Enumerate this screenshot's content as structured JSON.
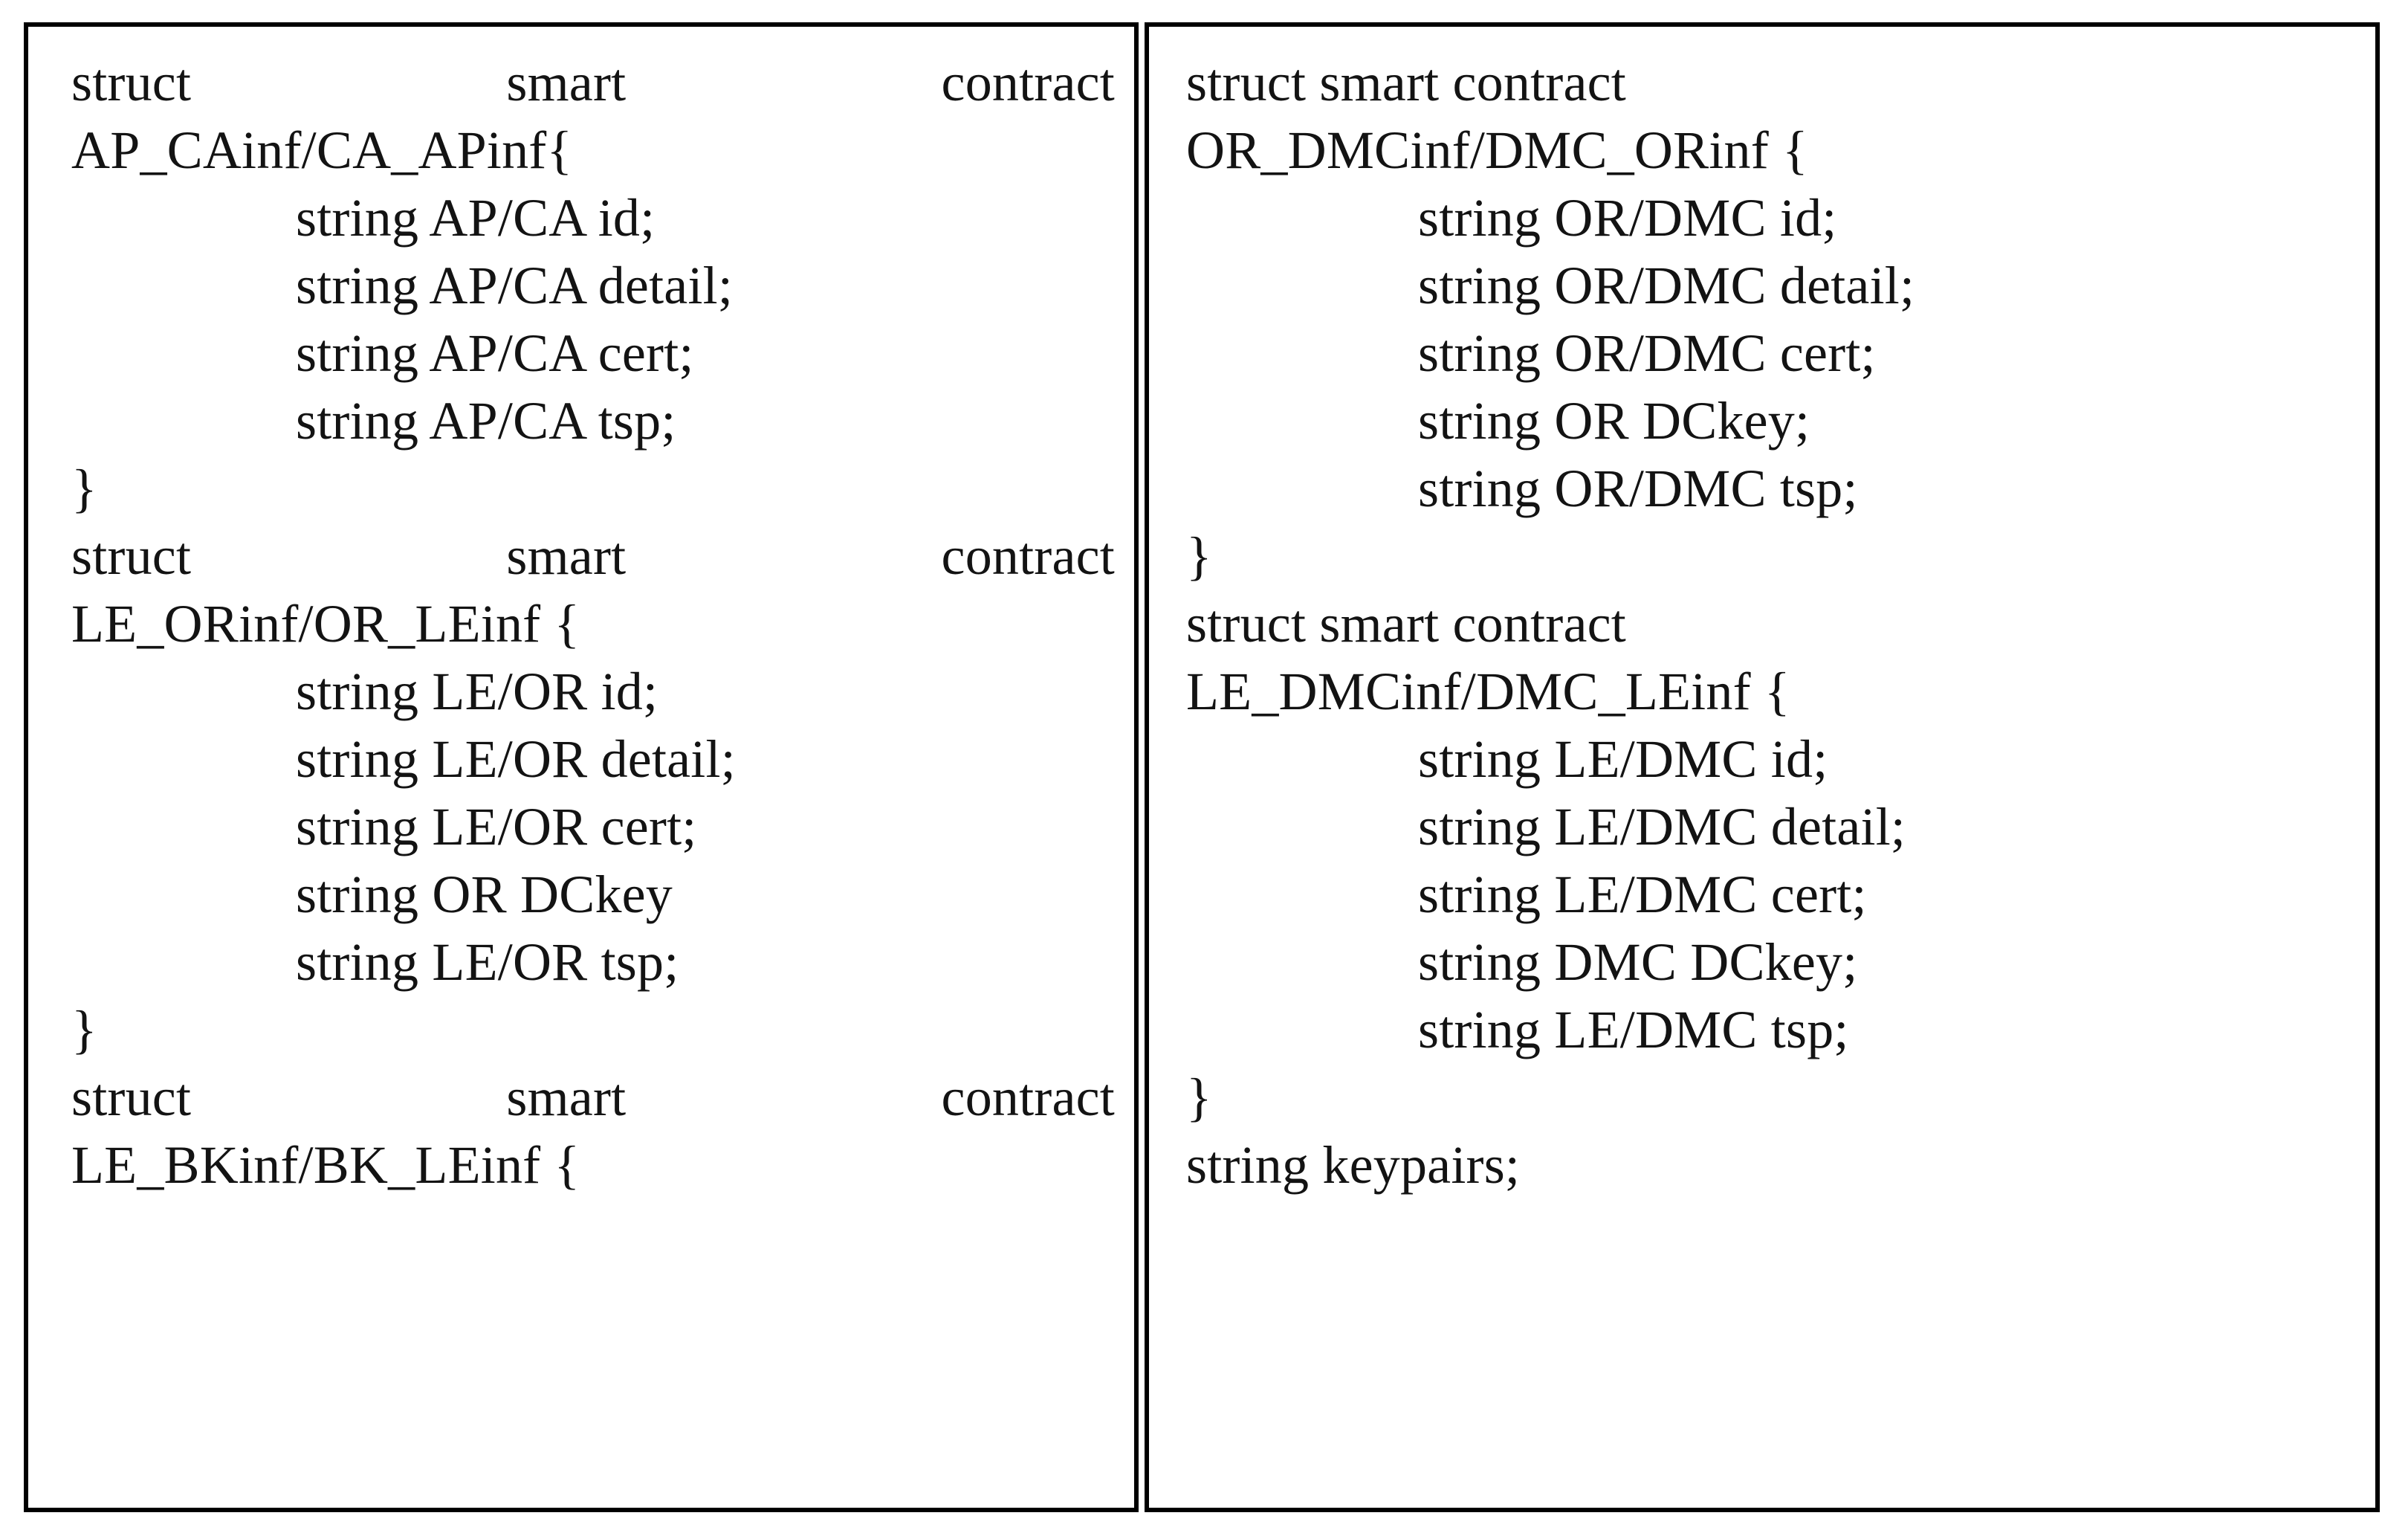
{
  "document": {
    "kind": "smart-contract-struct-listing",
    "columns": [
      {
        "id": "left",
        "name": "left-code-block",
        "lines": [
          {
            "text": "struct smart contract",
            "style": "justified"
          },
          {
            "text": "AP_CAinf/CA_APinf{",
            "style": "plain"
          },
          {
            "text": "string AP/CA id;",
            "style": "indent"
          },
          {
            "text": "string AP/CA detail;",
            "style": "indent"
          },
          {
            "text": "string AP/CA cert;",
            "style": "indent"
          },
          {
            "text": "string AP/CA tsp;",
            "style": "indent"
          },
          {
            "text": "}",
            "style": "plain"
          },
          {
            "text": "struct smart contract",
            "style": "justified"
          },
          {
            "text": "LE_ORinf/OR_LEinf {",
            "style": "plain"
          },
          {
            "text": "string LE/OR id;",
            "style": "indent"
          },
          {
            "text": "string LE/OR detail;",
            "style": "indent"
          },
          {
            "text": "string LE/OR cert;",
            "style": "indent"
          },
          {
            "text": "string OR DCkey",
            "style": "indent"
          },
          {
            "text": "string LE/OR tsp;",
            "style": "indent"
          },
          {
            "text": "}",
            "style": "plain"
          },
          {
            "text": "struct smart contract",
            "style": "justified"
          },
          {
            "text": "LE_BKinf/BK_LEinf {",
            "style": "plain"
          }
        ]
      },
      {
        "id": "right",
        "name": "right-code-block",
        "lines": [
          {
            "text": "struct smart contract",
            "style": "plain"
          },
          {
            "text": "OR_DMCinf/DMC_ORinf {",
            "style": "plain"
          },
          {
            "text": "string OR/DMC id;",
            "style": "indent-r"
          },
          {
            "text": "string OR/DMC detail;",
            "style": "indent-r"
          },
          {
            "text": "string OR/DMC cert;",
            "style": "indent-r"
          },
          {
            "text": "string OR DCkey;",
            "style": "indent-r"
          },
          {
            "text": "string OR/DMC tsp;",
            "style": "indent-r"
          },
          {
            "text": "}",
            "style": "plain"
          },
          {
            "text": "struct smart contract",
            "style": "plain"
          },
          {
            "text": "LE_DMCinf/DMC_LEinf {",
            "style": "plain"
          },
          {
            "text": "string LE/DMC id;",
            "style": "indent-r"
          },
          {
            "text": "string LE/DMC detail;",
            "style": "indent-r"
          },
          {
            "text": "string LE/DMC cert;",
            "style": "indent-r"
          },
          {
            "text": "string DMC DCkey;",
            "style": "indent-r"
          },
          {
            "text": "string LE/DMC tsp;",
            "style": "indent-r"
          },
          {
            "text": "}",
            "style": "plain"
          },
          {
            "text": "string keypairs;",
            "style": "plain"
          }
        ]
      }
    ],
    "colors": {
      "background": "#ffffff",
      "border": "#000000",
      "text": "#131313"
    }
  }
}
